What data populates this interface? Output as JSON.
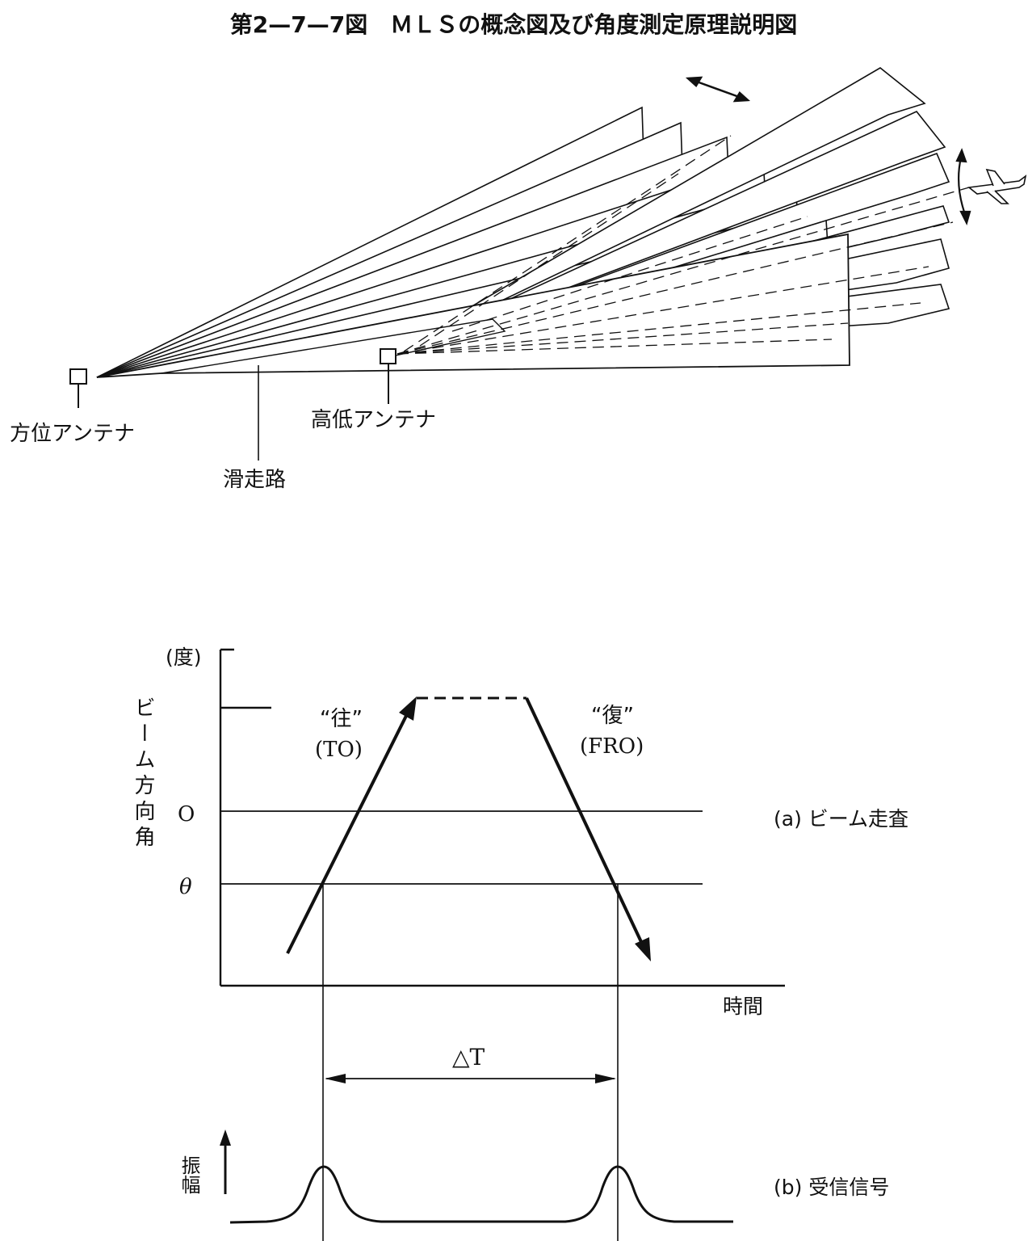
{
  "title": "第2—7—7図　ＭＬＳの概念図及び角度測定原理説明図",
  "top_diagram": {
    "labels": {
      "azimuth_antenna": "方位アンテナ",
      "elevation_antenna": "高低アンテナ",
      "runway": "滑走路"
    },
    "icons": [
      "azimuth-antenna-box",
      "elevation-antenna-box",
      "airplane-icon",
      "double-arrow-horizontal",
      "double-arrow-vertical"
    ]
  },
  "beam_scan_chart": {
    "y_unit": "(度)",
    "y_title": "ビーム方向角",
    "y_tick_zero": "O",
    "y_tick_theta": "θ",
    "x_title": "時間",
    "to_label": "“往”",
    "to_label_en": "(TO)",
    "fro_label": "“復”",
    "fro_label_en": "(FRO)",
    "caption": "(a) ビーム走査"
  },
  "delta_t_label": "△T",
  "signal_chart": {
    "y_title": "振幅",
    "caption": "(b) 受信信号"
  }
}
